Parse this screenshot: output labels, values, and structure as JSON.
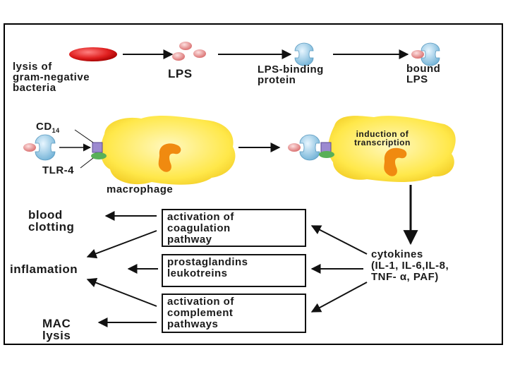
{
  "labels": {
    "lysis": "lysis of\ngram-negative\nbacteria",
    "lps": "LPS",
    "lbp": "LPS-binding\nprotein",
    "bound_lps": "bound\nLPS",
    "cd14_main": "CD",
    "cd14_sub": "14",
    "tlr4": "TLR-4",
    "macrophage": "macrophage",
    "induction": "induction of\ntranscription",
    "cytokines": "cytokines\n(IL-1, IL-6,IL-8,\nTNF- α, PAF)",
    "coag_box": "activation of\ncoagulation\npathway",
    "prosta_box": "prostaglandins\nleukotreins",
    "compl_box": "activation of\ncomplement\npathways",
    "blood_clotting": "blood\nclotting",
    "inflamation": "inflamation",
    "mac_lysis": "MAC\nlysis"
  },
  "colors": {
    "bacteria": "#e02020",
    "lps": "#e88a8a",
    "lbp": "#a8d4ec",
    "macrophage": "#ffe84a",
    "nucleus": "#f08a10",
    "cd14": "#9c8ad0",
    "tlr4": "#58b058"
  }
}
